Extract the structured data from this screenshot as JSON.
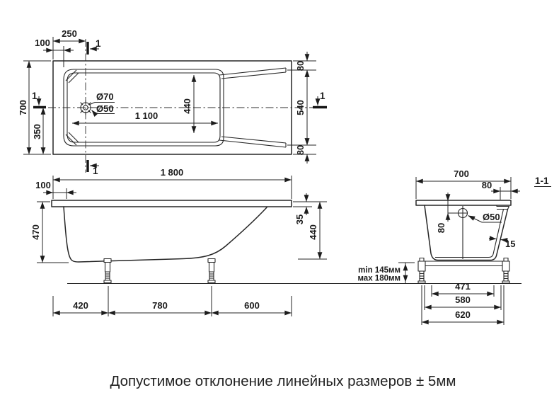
{
  "caption": "Допустимое отклонение линейных размеров ± 5мм",
  "section": {
    "cut_label": "1",
    "view_label": "1-1"
  },
  "top_view": {
    "dim_250": "250",
    "dim_100": "100",
    "dim_700": "700",
    "dim_350": "350",
    "label_d70": "Ø70",
    "label_d50": "Ø50",
    "dim_1100": "1 100",
    "dim_440": "440",
    "dim_80_top": "80",
    "dim_540": "540",
    "dim_80_bottom": "80"
  },
  "side_view": {
    "dim_1800": "1 800",
    "dim_100": "100",
    "dim_470": "470",
    "dim_35": "35",
    "dim_440": "440",
    "dim_420": "420",
    "dim_780": "780",
    "dim_600": "600"
  },
  "section_view": {
    "dim_700": "700",
    "dim_80_rim": "80",
    "dim_80_drain": "80",
    "label_d50": "Ø50",
    "dim_15": "15",
    "min_height": "min 145мм",
    "max_height": "мах 180мм",
    "dim_471": "471",
    "dim_580": "580",
    "dim_620": "620"
  },
  "colors": {
    "line": "#262626",
    "background": "#ffffff"
  }
}
